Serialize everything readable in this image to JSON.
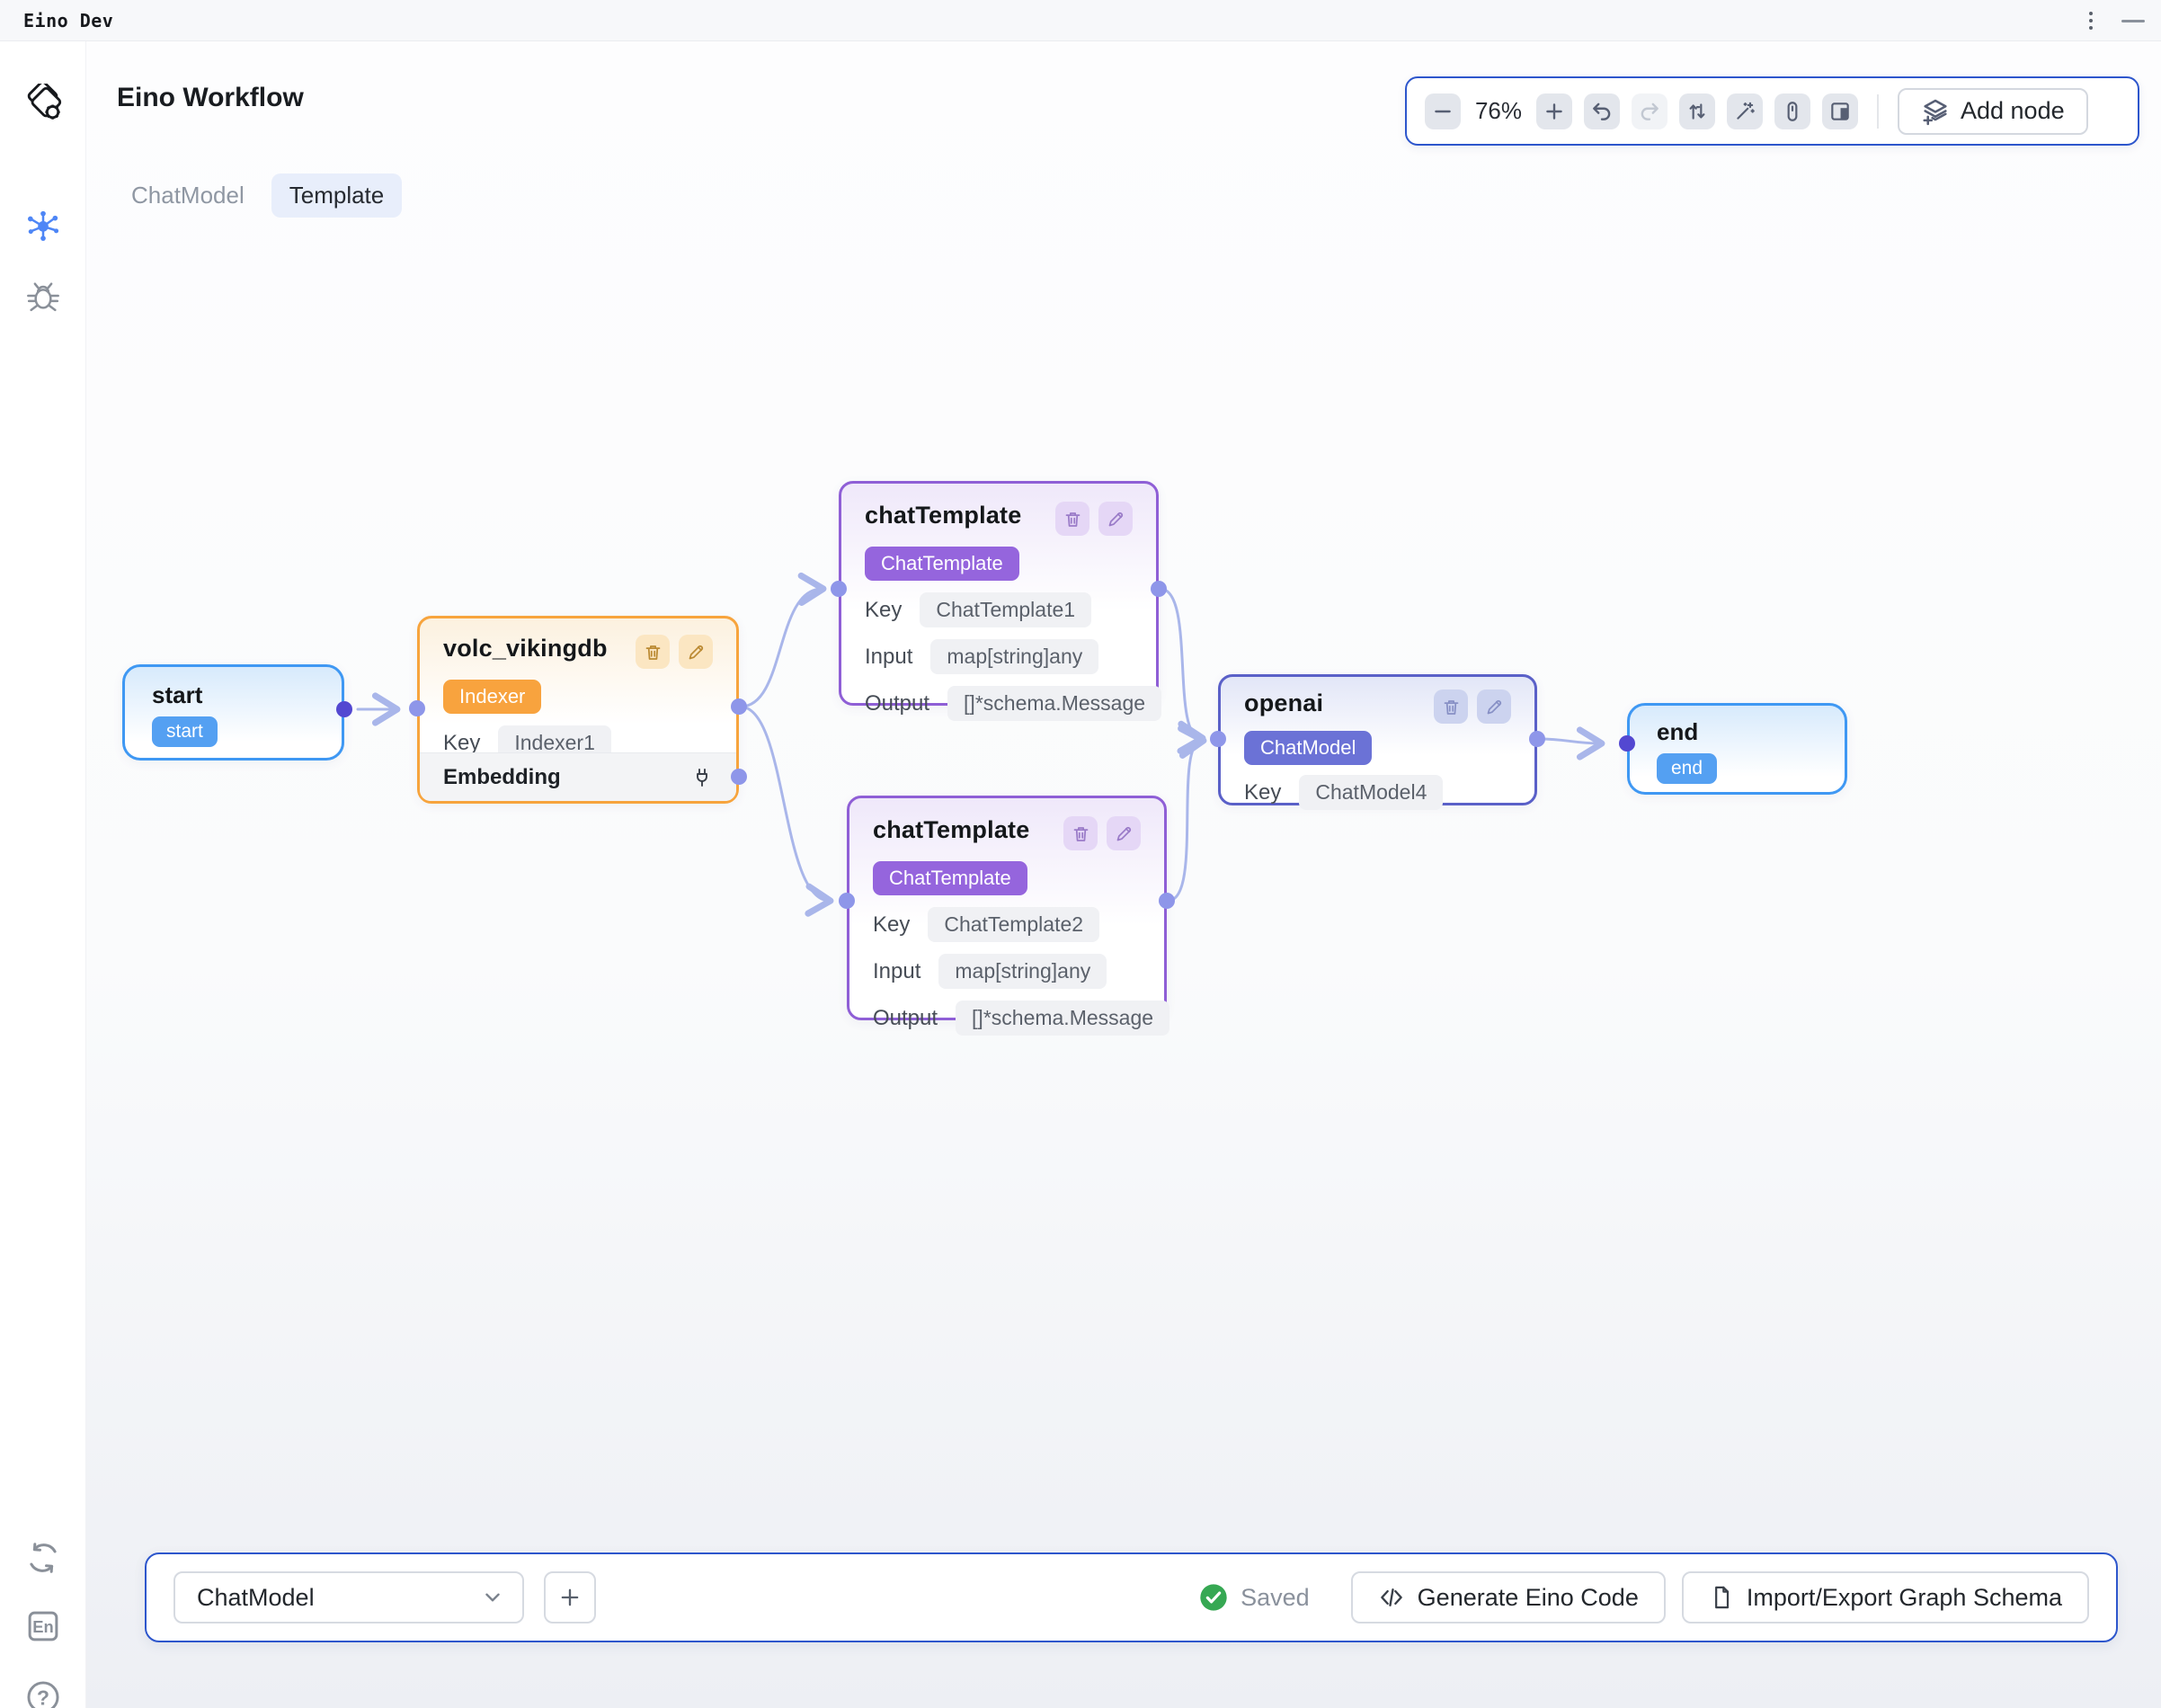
{
  "window": {
    "title": "Eino Dev"
  },
  "sidebar": {
    "language_label": "En",
    "help_glyph": "?"
  },
  "header": {
    "title": "Eino Workflow",
    "tabs": [
      {
        "label": "ChatModel"
      },
      {
        "label": "Template"
      }
    ]
  },
  "tools": {
    "zoom_value": "76%",
    "add_node_label": "Add node"
  },
  "canvas": {
    "nodes": {
      "start": {
        "title": "start",
        "badge": "start"
      },
      "volc_vikingdb": {
        "title": "volc_vikingdb",
        "badge": "Indexer",
        "key_label": "Key",
        "key_value": "Indexer1",
        "section_label": "Embedding"
      },
      "chat_template_1": {
        "title": "chatTemplate",
        "badge": "ChatTemplate",
        "key_label": "Key",
        "key_value": "ChatTemplate1",
        "input_label": "Input",
        "input_value": "map[string]any",
        "output_label": "Output",
        "output_value": "[]*schema.Message"
      },
      "chat_template_2": {
        "title": "chatTemplate",
        "badge": "ChatTemplate",
        "key_label": "Key",
        "key_value": "ChatTemplate2",
        "input_label": "Input",
        "input_value": "map[string]any",
        "output_label": "Output",
        "output_value": "[]*schema.Message"
      },
      "openai": {
        "title": "openai",
        "badge": "ChatModel",
        "key_label": "Key",
        "key_value": "ChatModel4"
      },
      "end": {
        "title": "end",
        "badge": "end"
      }
    }
  },
  "bottom_bar": {
    "selector_value": "ChatModel",
    "status_label": "Saved",
    "generate_label": "Generate Eino Code",
    "import_export_label": "Import/Export Graph Schema"
  },
  "colors": {
    "accent_border": "#2d56cc",
    "start_end_border": "#3f98f3",
    "indexer_orange": "#f7a43d",
    "template_purple": "#8f5fd6",
    "chatmodel_indigo": "#5a60c8",
    "edge": "#a9b6ea",
    "badge_blue": "#54a0f2",
    "saved_green": "#36a853"
  }
}
